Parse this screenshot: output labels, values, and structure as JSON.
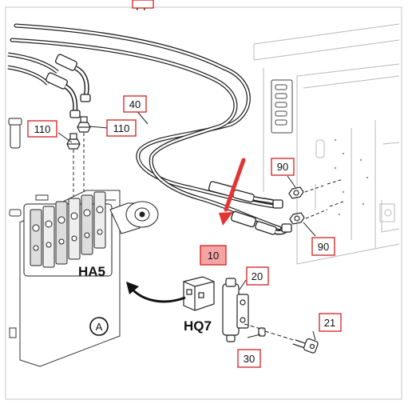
{
  "diagram": {
    "callouts": {
      "c40": "40",
      "c110_left": "110",
      "c110_right": "110",
      "c90_top": "90",
      "c90_bottom": "90",
      "c10": "10",
      "c20": "20",
      "c21": "21",
      "c30": "30"
    },
    "labels": {
      "ha5": "HA5",
      "hq7": "HQ7",
      "circle_a": "A"
    },
    "colors": {
      "callout_border": "#d32020",
      "highlight_fill": "#f6a3a3",
      "pointer_arrow": "#e43434",
      "line": "#222222",
      "frame": "#b8b8b8"
    }
  }
}
